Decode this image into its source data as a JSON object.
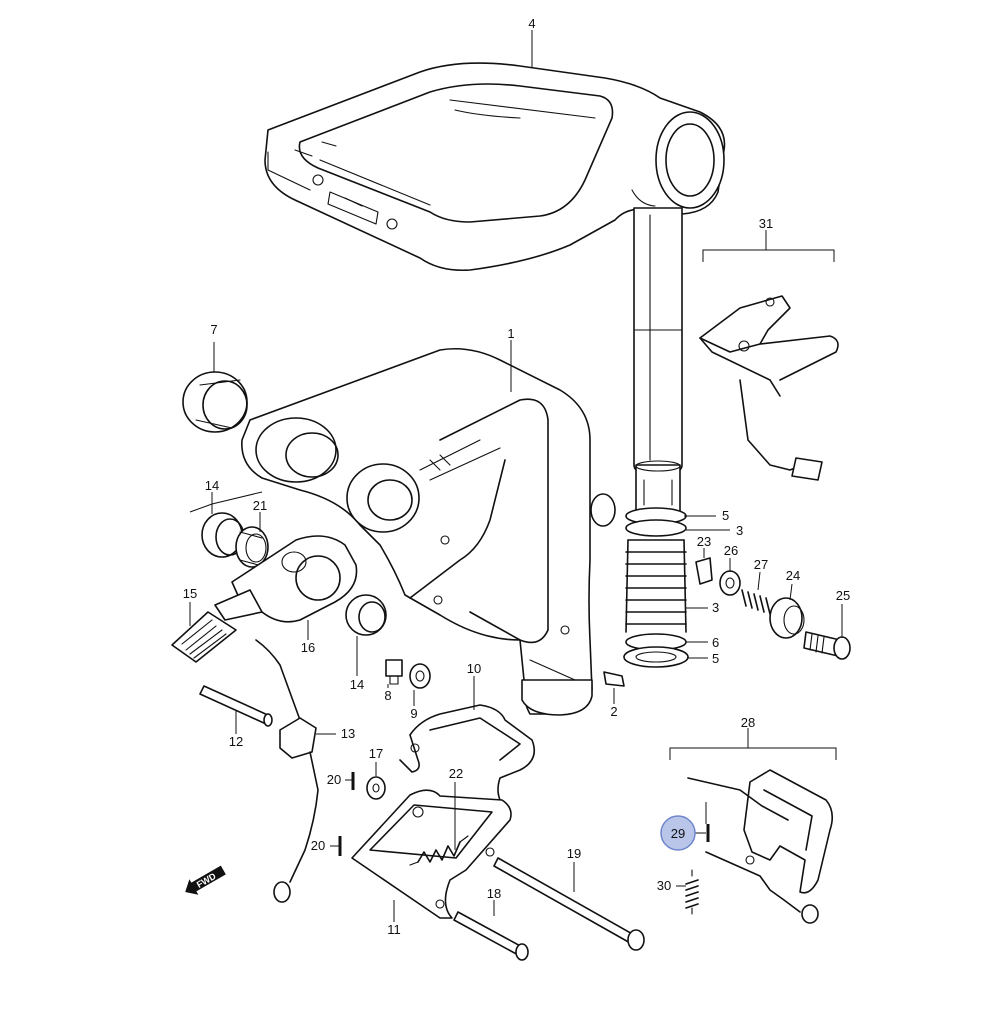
{
  "diagram": {
    "callouts": [
      {
        "id": "c4",
        "text": "4"
      },
      {
        "id": "c31",
        "text": "31"
      },
      {
        "id": "c7",
        "text": "7"
      },
      {
        "id": "c1",
        "text": "1"
      },
      {
        "id": "c14a",
        "text": "14"
      },
      {
        "id": "c21",
        "text": "21"
      },
      {
        "id": "c15",
        "text": "15"
      },
      {
        "id": "c16",
        "text": "16"
      },
      {
        "id": "c14b",
        "text": "14"
      },
      {
        "id": "c8",
        "text": "8"
      },
      {
        "id": "c9",
        "text": "9"
      },
      {
        "id": "c2",
        "text": "2"
      },
      {
        "id": "c5a",
        "text": "5"
      },
      {
        "id": "c3a",
        "text": "3"
      },
      {
        "id": "c23",
        "text": "23"
      },
      {
        "id": "c26",
        "text": "26"
      },
      {
        "id": "c27",
        "text": "27"
      },
      {
        "id": "c24",
        "text": "24"
      },
      {
        "id": "c25",
        "text": "25"
      },
      {
        "id": "c3b",
        "text": "3"
      },
      {
        "id": "c6",
        "text": "6"
      },
      {
        "id": "c5b",
        "text": "5"
      },
      {
        "id": "c12",
        "text": "12"
      },
      {
        "id": "c13",
        "text": "13"
      },
      {
        "id": "c10",
        "text": "10"
      },
      {
        "id": "c17",
        "text": "17"
      },
      {
        "id": "c20a",
        "text": "20"
      },
      {
        "id": "c22",
        "text": "22"
      },
      {
        "id": "c20b",
        "text": "20"
      },
      {
        "id": "c11",
        "text": "11"
      },
      {
        "id": "c18",
        "text": "18"
      },
      {
        "id": "c19",
        "text": "19"
      },
      {
        "id": "c28",
        "text": "28"
      },
      {
        "id": "c29",
        "text": "29"
      },
      {
        "id": "c30",
        "text": "30"
      }
    ],
    "highlighted_callout": "29",
    "direction_badge": "FWD",
    "colors": {
      "line": "#111111",
      "highlight_fill": "#b9c6ea",
      "highlight_stroke": "#6f86cc",
      "background": "#ffffff"
    }
  }
}
